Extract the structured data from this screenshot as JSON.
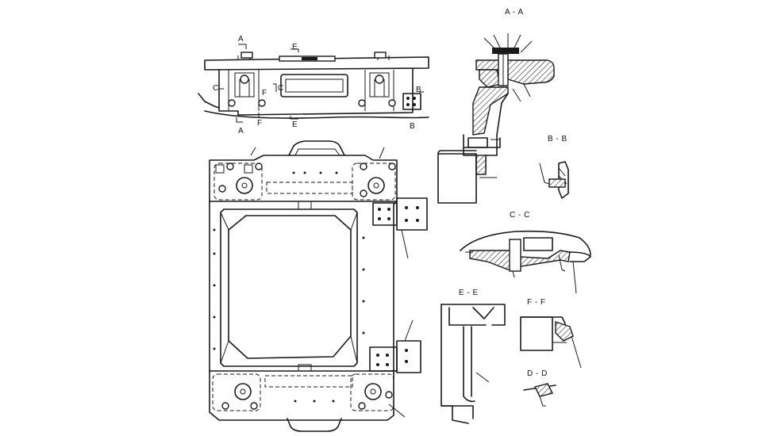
{
  "section_titles": {
    "aa": "A - A",
    "bb": "B - B",
    "cc": "C - C",
    "ee": "E - E",
    "ff": "F - F",
    "dd": "D - D"
  },
  "cut_marks": {
    "a_top": "A",
    "a_bottom": "A",
    "e_top": "E",
    "e_bottom": "E",
    "c_left": "C",
    "c_mid": "C",
    "f_mid": "F",
    "f_bottom": "F",
    "b_top": "B",
    "b_bottom": "B"
  },
  "colors": {
    "ink": "#1a1a1a",
    "paper": "#ffffff"
  }
}
